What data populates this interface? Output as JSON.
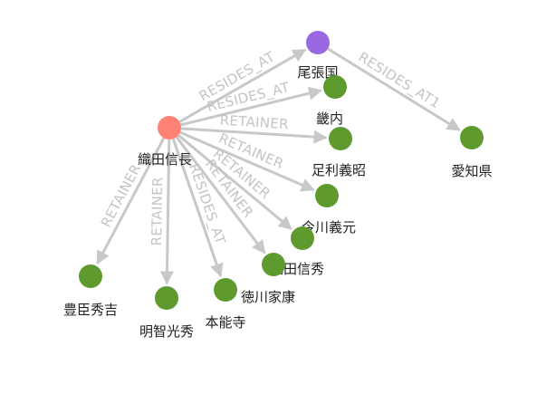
{
  "graph": {
    "colors": {
      "person": "#ff8375",
      "region": "#9b68e3",
      "entity": "#5f9a2f",
      "edge": "#c8c8c8",
      "edge_label": "#c4c4c4"
    },
    "nodes": [
      {
        "id": "nobunaga",
        "label": "織田信長",
        "kind": "person"
      },
      {
        "id": "owari",
        "label": "尾張国",
        "kind": "region"
      },
      {
        "id": "aichi",
        "label": "愛知県",
        "kind": "entity"
      },
      {
        "id": "kinai",
        "label": "畿内",
        "kind": "entity"
      },
      {
        "id": "yoshiaki",
        "label": "足利義昭",
        "kind": "entity"
      },
      {
        "id": "yoshimoto",
        "label": "今川義元",
        "kind": "entity"
      },
      {
        "id": "nobuhide",
        "label": "織田信秀",
        "kind": "entity"
      },
      {
        "id": "ieyasu",
        "label": "徳川家康",
        "kind": "entity"
      },
      {
        "id": "honnoji",
        "label": "本能寺",
        "kind": "entity"
      },
      {
        "id": "mitsuhide",
        "label": "明智光秀",
        "kind": "entity"
      },
      {
        "id": "hideyoshi",
        "label": "豊臣秀吉",
        "kind": "entity"
      }
    ],
    "edges": [
      {
        "from": "nobunaga",
        "to": "owari",
        "label": "RESIDES_AT"
      },
      {
        "from": "nobunaga",
        "to": "kinai",
        "label": "RESIDES_AT"
      },
      {
        "from": "nobunaga",
        "to": "yoshiaki",
        "label": "RETAINER"
      },
      {
        "from": "nobunaga",
        "to": "yoshimoto",
        "label": "RETAINER"
      },
      {
        "from": "nobunaga",
        "to": "nobuhide",
        "label": "RETAINER"
      },
      {
        "from": "nobunaga",
        "to": "ieyasu",
        "label": "RETAINER"
      },
      {
        "from": "nobunaga",
        "to": "honnoji",
        "label": "RESIDES_AT"
      },
      {
        "from": "nobunaga",
        "to": "mitsuhide",
        "label": "RETAINER"
      },
      {
        "from": "nobunaga",
        "to": "hideyoshi",
        "label": "RETAINER"
      },
      {
        "from": "owari",
        "to": "aichi",
        "label": "RESIDES_AT1"
      }
    ]
  }
}
